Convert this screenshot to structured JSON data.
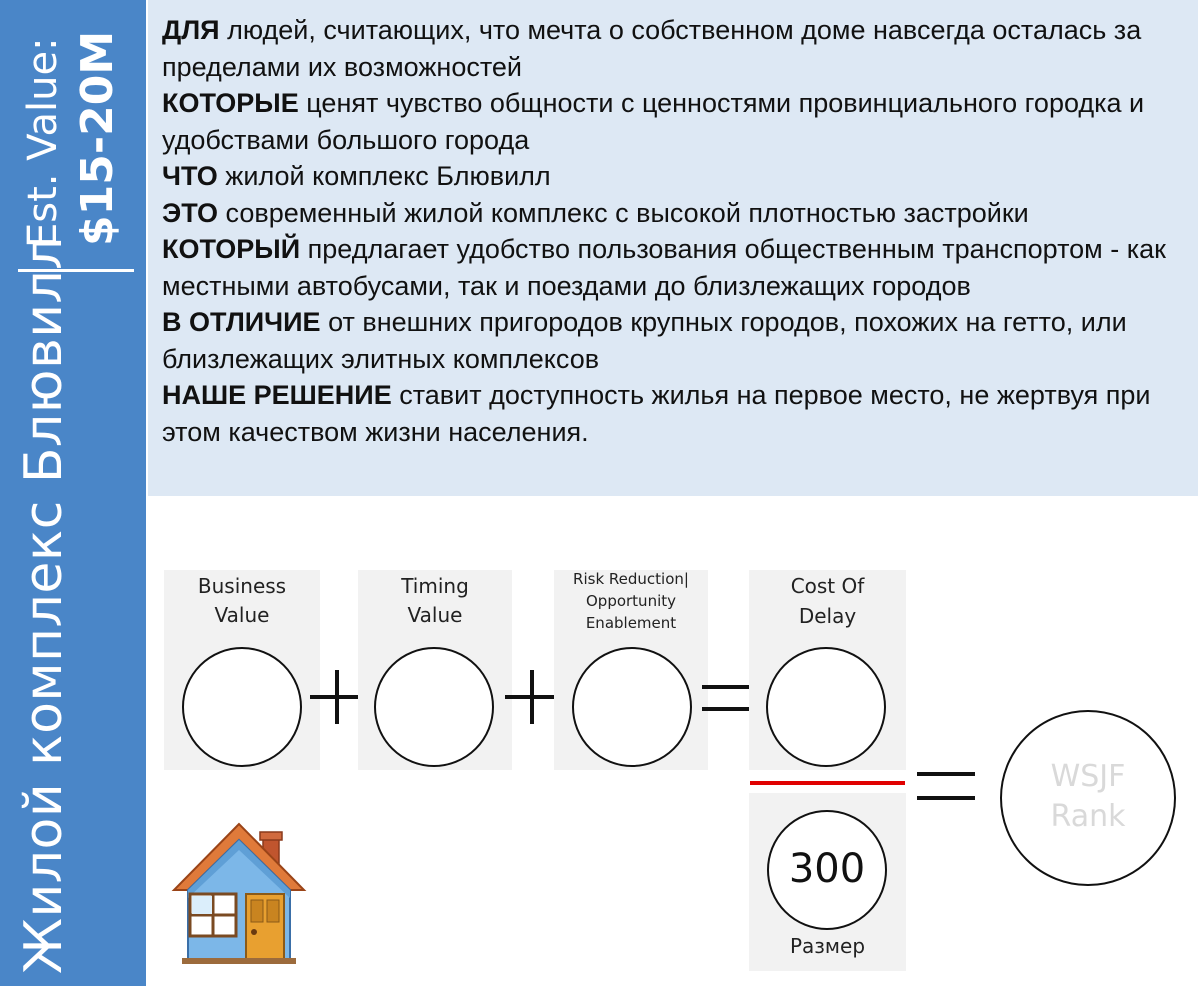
{
  "sidebar": {
    "title": "Жилой комплекс Блювилл",
    "est_label": "Est. Value:",
    "est_value": "$15-20M"
  },
  "description": {
    "lines": [
      {
        "keyword": "ДЛЯ",
        "text": " людей, считающих, что мечта о собственном доме навсегда осталась за пределами их возможностей"
      },
      {
        "keyword": "КОТОРЫЕ",
        "text": " ценят чувство общности с ценностями провинциального городка и удобствами большого города"
      },
      {
        "keyword": "ЧТО",
        "text": " жилой комплекс Блювилл"
      },
      {
        "keyword": "ЭТО",
        "text": " современный жилой комплекс с высокой плотностью застройки"
      },
      {
        "keyword": "КОТОРЫЙ",
        "text": " предлагает удобство пользования общественным транспортом - как местными автобусами, так и поездами до близлежащих городов"
      },
      {
        "keyword": "В ОТЛИЧИЕ",
        "text": " от внешних пригородов крупных городов, похожих на гетто, или близлежащих элитных комплексов"
      },
      {
        "keyword": "НАШЕ РЕШЕНИЕ",
        "text": " ставит доступность жилья на первое место, не жертвуя при этом качеством жизни населения."
      }
    ]
  },
  "wsjf": {
    "business_value": {
      "line1": "Business",
      "line2": "Value"
    },
    "timing_value": {
      "line1": "Timing",
      "line2": "Value"
    },
    "risk_reduction": {
      "line1": "Risk Reduction|",
      "line2": "Opportunity",
      "line3": "Enablement"
    },
    "cost_of_delay": {
      "line1": "Cost Of",
      "line2": "Delay"
    },
    "size": {
      "value": "300",
      "label": "Размер"
    },
    "rank": {
      "line1": "WSJF",
      "line2": "Rank"
    }
  },
  "colors": {
    "sidebar": "#4a86c8",
    "description_bg": "#dde8f4",
    "panel_bg": "#f2f2f2",
    "divider": "#e00000"
  },
  "icons": [
    "house-icon",
    "plus-icon",
    "equals-icon"
  ]
}
